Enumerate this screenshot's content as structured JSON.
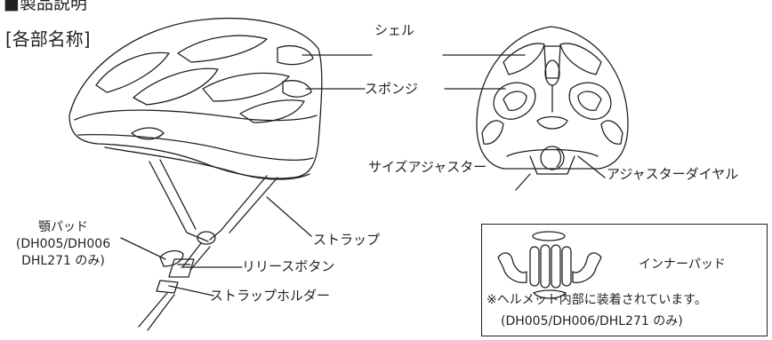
{
  "header": {
    "title": "■製品説明",
    "subtitle": "[各部名称]"
  },
  "side_view": {
    "labels": {
      "shell": "シェル",
      "sponge": "スポンジ",
      "strap": "ストラップ",
      "chin_pad_line1": "顎パッド",
      "chin_pad_line2": "(DH005/DH006",
      "chin_pad_line3": "DHL271 のみ)",
      "release_button": "リリースボタン",
      "strap_holder": "ストラップホルダー"
    }
  },
  "rear_view": {
    "labels": {
      "size_adjuster": "サイズアジャスター",
      "adjuster_dial": "アジャスターダイヤル"
    }
  },
  "inner_pad_box": {
    "label": "インナーパッド",
    "note_line1": "※ヘルメット内部に装着されています。",
    "note_line2": "(DH005/DH006/DHL271 のみ)"
  },
  "colors": {
    "ink": "#231f20",
    "background": "#ffffff"
  }
}
